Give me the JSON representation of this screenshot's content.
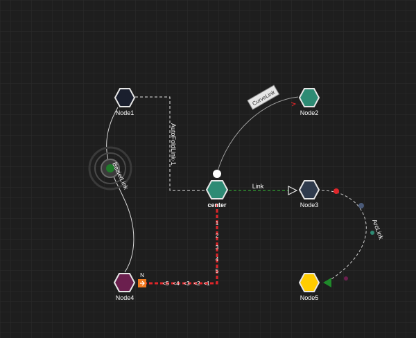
{
  "nodes": {
    "node1": {
      "label": "Node1",
      "color": "#1a1f2e"
    },
    "node2": {
      "label": "Node2",
      "color": "#2e8b74"
    },
    "center": {
      "label": "center",
      "color": "#2e8b74"
    },
    "node3": {
      "label": "Node3",
      "color": "#2f3b4d"
    },
    "node4": {
      "label": "Node4",
      "color": "#6b1f4e"
    },
    "node5": {
      "label": "Node5",
      "color": "#ffcc00"
    }
  },
  "edges": {
    "autofold": "AutoFoldLink-1",
    "curve": "CurveLink",
    "link": "Link",
    "arc": "ArcLink",
    "bezier": "BezierLink"
  },
  "ports": {
    "n_label": "N",
    "vertical_markers": [
      "1",
      "2",
      "3",
      "4",
      "5"
    ],
    "horizontal_markers": [
      "<5",
      "<4",
      "<3",
      "<2",
      "<1"
    ]
  },
  "colors": {
    "background": "#1e1e1e",
    "grid": "#2c2c2c",
    "red_path": "#e0262a",
    "green_link": "#2e8b2e",
    "port_orange": "#f07a20",
    "arrow_green": "#1f8a2a"
  }
}
